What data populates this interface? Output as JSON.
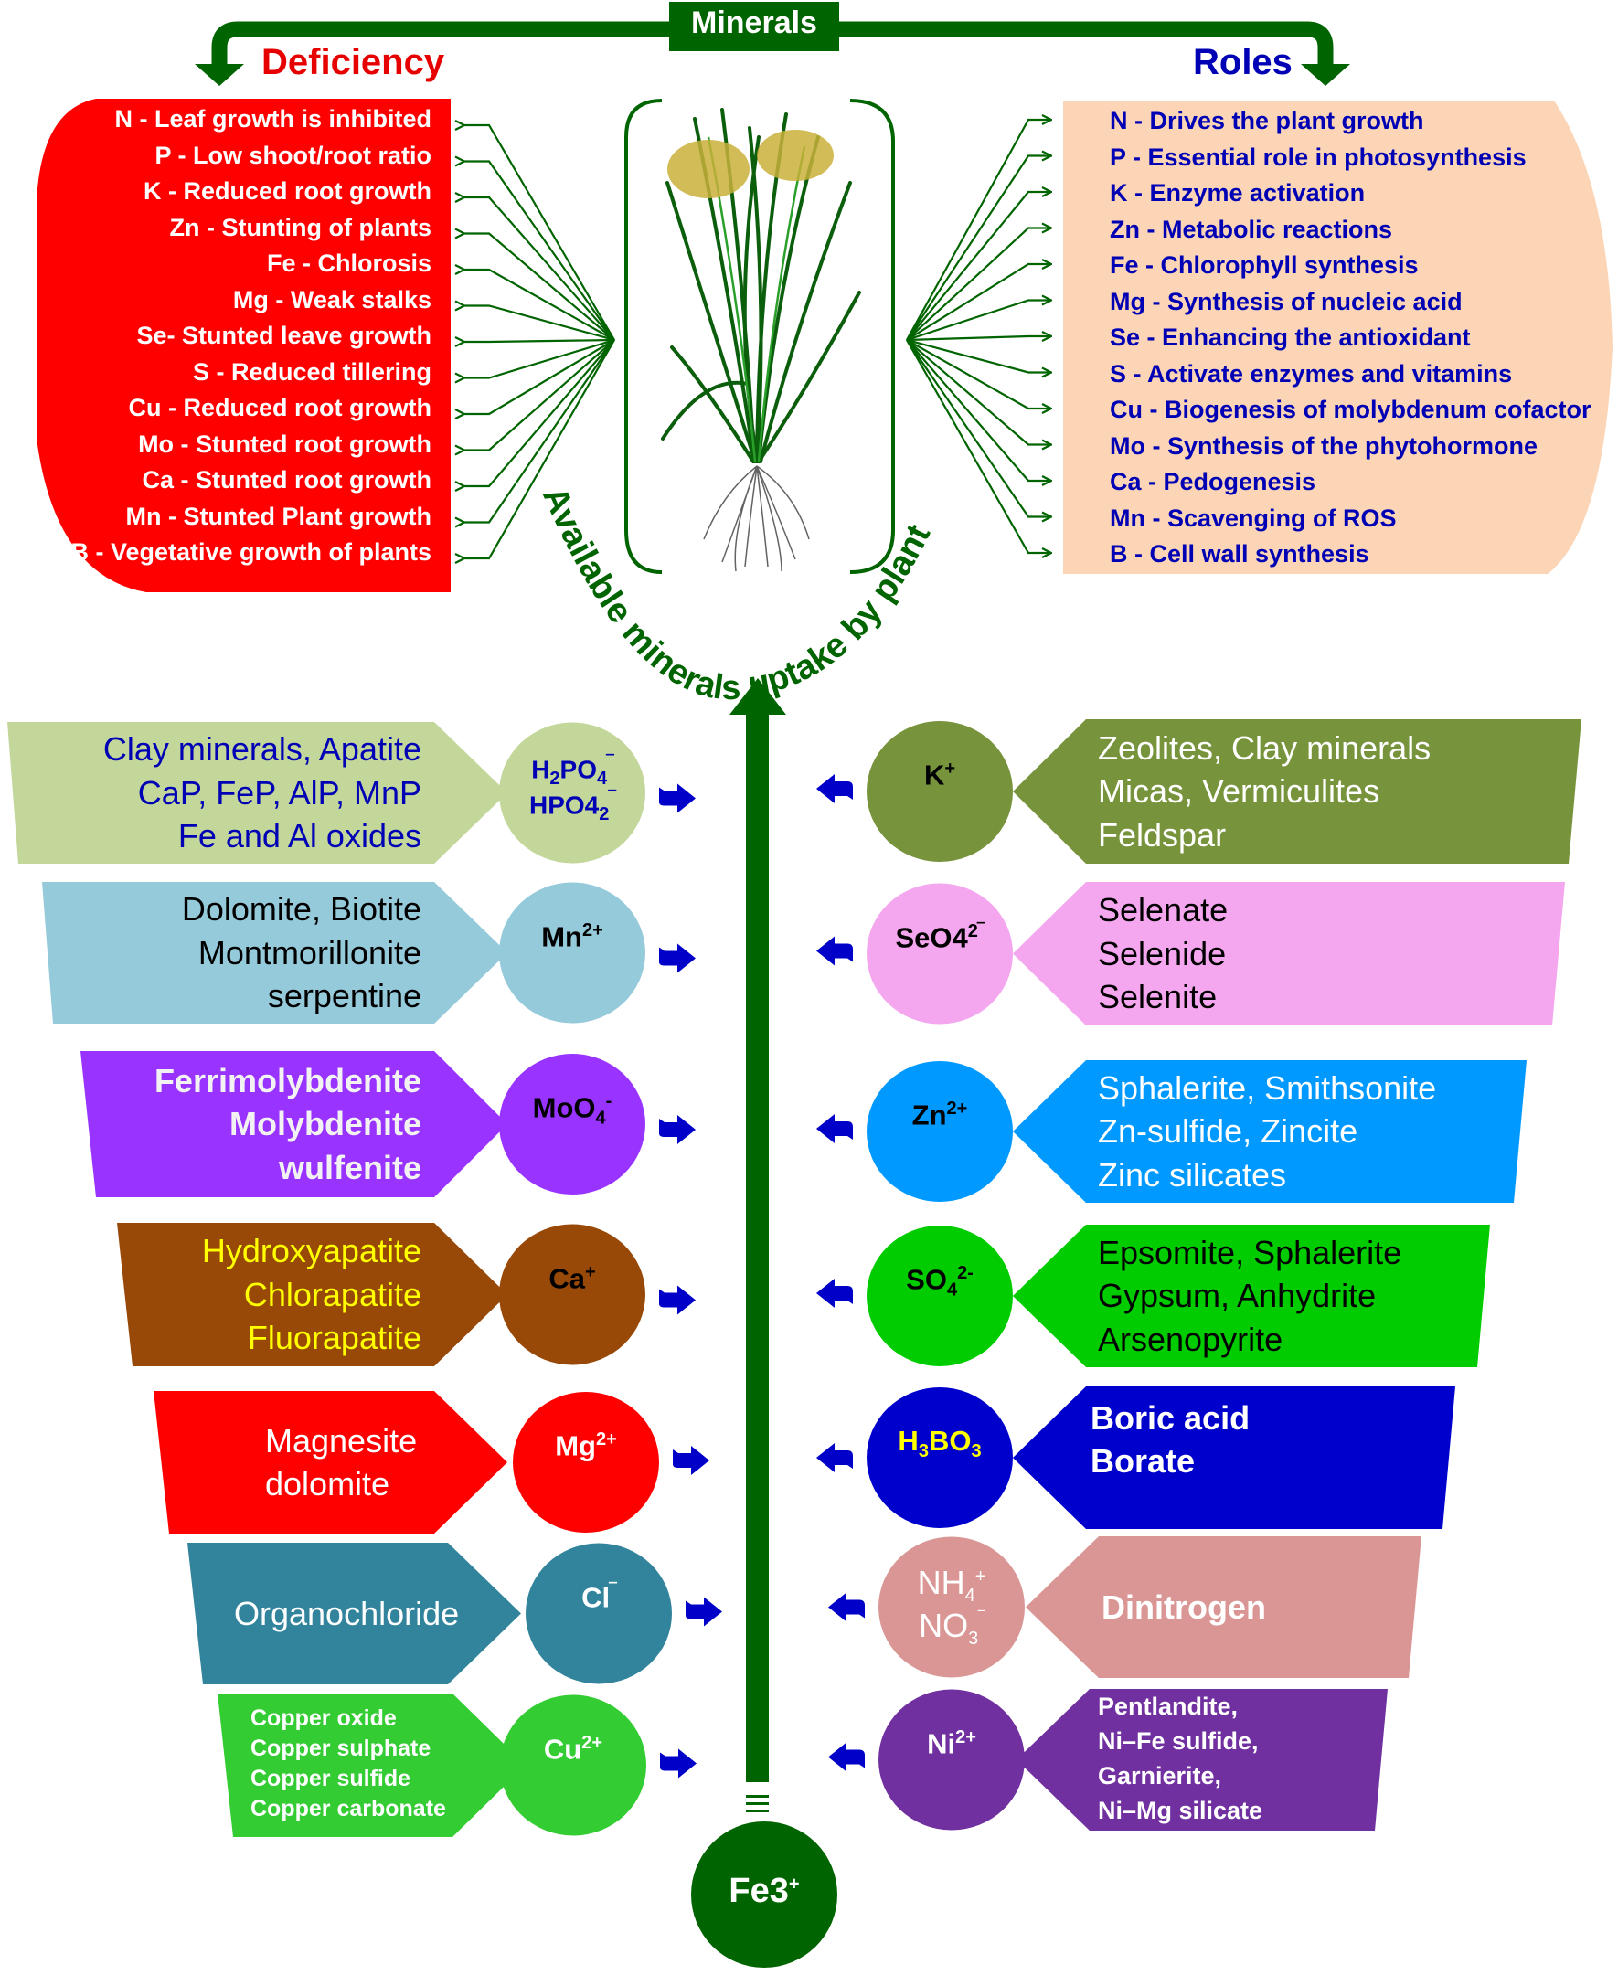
{
  "title": "Minerals",
  "deficiency": {
    "heading": "Deficiency",
    "items": [
      "N - Leaf growth is inhibited",
      "P - Low shoot/root ratio",
      "K - Reduced root growth",
      "Zn - Stunting of plants",
      "Fe - Chlorosis",
      "Mg - Weak stalks",
      "Se-  Stunted leave growth",
      "S - Reduced tillering",
      "Cu - Reduced root growth",
      "Mo - Stunted  root growth",
      "Ca - Stunted root growth",
      "Mn - Stunted Plant growth",
      "B - Vegetative growth of plants"
    ]
  },
  "roles": {
    "heading": "Roles",
    "items": [
      "N - Drives the plant growth",
      "P - Essential role in photosynthesis",
      "K - Enzyme activation",
      "Zn -  Metabolic reactions",
      "Fe - Chlorophyll synthesis",
      "Mg - Synthesis of nucleic acid",
      "Se - Enhancing the antioxidant",
      "S - Activate enzymes and vitamins",
      "Cu - Biogenesis of molybdenum cofactor",
      "Mo - Synthesis of the phytohormone",
      "Ca - Pedogenesis",
      "Mn - Scavenging of ROS",
      "B - Cell wall synthesis"
    ]
  },
  "uptake_label": "Available minerals uptake by plant",
  "plant_icon": "rice-plant-icon",
  "colors": {
    "dark_green": "#006400",
    "deficiency_red": "#ff0000",
    "roles_peach": "#fbd5b5",
    "roles_text_blue": "#0000b4",
    "arrow_blue": "#0000c8"
  },
  "left_sources": [
    {
      "ion_lines": [
        {
          "base": "H",
          "sub": "2",
          "rest": "PO",
          "sub2": "4",
          "sup": "‾"
        },
        {
          "base": "HPO4",
          "sub": "2",
          "rest": "",
          "sub2": "",
          "sup": "‾"
        }
      ],
      "ion_plain": "H2PO4− / HPO42−",
      "minerals": [
        "Clay minerals, Apatite",
        "CaP, FeP, AlP, MnP",
        "Fe and Al oxides"
      ],
      "fill": "#c4d79b",
      "text_color": "#0000b4",
      "ion_color": "#0000b4"
    },
    {
      "ion_plain": "Mn2+",
      "ion_base": "Mn",
      "ion_sup": "2+",
      "minerals": [
        "Dolomite, Biotite",
        "Montmorillonite",
        "serpentine"
      ],
      "fill": "#95cadb",
      "text_color": "#000000",
      "ion_color": "#000000"
    },
    {
      "ion_plain": "MoO4-",
      "ion_base": "MoO",
      "ion_sub": "4",
      "ion_sup": "-",
      "minerals": [
        "Ferrimolybdenite",
        "Molybdenite",
        "wulfenite"
      ],
      "fill": "#9933ff",
      "text_color": "#f2f2f2",
      "ion_color": "#000000"
    },
    {
      "ion_plain": "Ca+",
      "ion_base": "Ca",
      "ion_sup": "+",
      "minerals": [
        "Hydroxyapatite",
        "Chlorapatite",
        "Fluorapatite"
      ],
      "fill": "#984807",
      "text_color": "#ffff00",
      "ion_color": "#000000"
    },
    {
      "ion_plain": "Mg2+",
      "ion_base": "Mg",
      "ion_sup": "2+",
      "minerals": [
        "Magnesite",
        "dolomite"
      ],
      "fill": "#ff0000",
      "text_color": "#ffffff",
      "ion_color": "#ffffff"
    },
    {
      "ion_plain": "Cl−",
      "ion_base": "Cl",
      "ion_sup": "‾",
      "minerals": [
        "Organochloride"
      ],
      "fill": "#31849b",
      "text_color": "#ffffff",
      "ion_color": "#ffffff"
    },
    {
      "ion_plain": "Cu2+",
      "ion_base": "Cu",
      "ion_sup": "2+",
      "minerals": [
        "Copper oxide",
        "Copper sulphate",
        "Copper sulfide",
        "Copper carbonate"
      ],
      "fill": "#33cc33",
      "text_color": "#ffffff",
      "ion_color": "#ffffff"
    }
  ],
  "right_sources": [
    {
      "ion_plain": "K+",
      "ion_base": "K",
      "ion_sup": "+",
      "minerals": [
        "Zeolites, Clay minerals",
        "Micas, Vermiculites",
        "Feldspar"
      ],
      "fill": "#77933c",
      "text_color": "#ffffff",
      "ion_color": "#000000"
    },
    {
      "ion_plain": "SeO42−",
      "ion_base": "SeO4",
      "ion_sup": "2‾",
      "minerals": [
        "Selenate",
        "Selenide",
        "Selenite"
      ],
      "fill": "#f4a6ef",
      "text_color": "#000000",
      "ion_color": "#000000"
    },
    {
      "ion_plain": "Zn2+",
      "ion_base": "Zn",
      "ion_sup": "2+",
      "minerals": [
        "Sphalerite, Smithsonite",
        "Zn-sulfide, Zincite",
        "Zinc silicates"
      ],
      "fill": "#0099ff",
      "text_color": "#ffffff",
      "ion_color": "#000000"
    },
    {
      "ion_plain": "SO42-",
      "ion_base": "SO",
      "ion_sub": "4",
      "ion_sup": "2-",
      "minerals": [
        "Epsomite, Sphalerite",
        "Gypsum, Anhydrite",
        "Arsenopyrite"
      ],
      "fill": "#00cc00",
      "text_color": "#000000",
      "ion_color": "#000000"
    },
    {
      "ion_plain": "H3BO3",
      "ion_parts": [
        "H",
        "3",
        "BO",
        "3"
      ],
      "minerals": [
        "Boric acid",
        "Borate"
      ],
      "fill": "#0000cc",
      "text_color": "#ffffff",
      "ion_color": "#ffff00"
    },
    {
      "ion_plain": "NH4+ / NO3−",
      "minerals": [
        "Dinitrogen"
      ],
      "fill": "#d99694",
      "text_color": "#ffffff",
      "ion_color": "#ffffff"
    },
    {
      "ion_plain": "Ni2+",
      "ion_base": "Ni",
      "ion_sup": "2+",
      "minerals": [
        "Pentlandite,",
        "Ni–Fe sulfide,",
        "Garnierite,",
        "Ni–Mg silicate"
      ],
      "fill": "#7030a0",
      "text_color": "#ffffff",
      "ion_color": "#ffffff"
    }
  ],
  "bottom_ion": {
    "base": "Fe3",
    "sup": "+",
    "fill": "#006400"
  }
}
